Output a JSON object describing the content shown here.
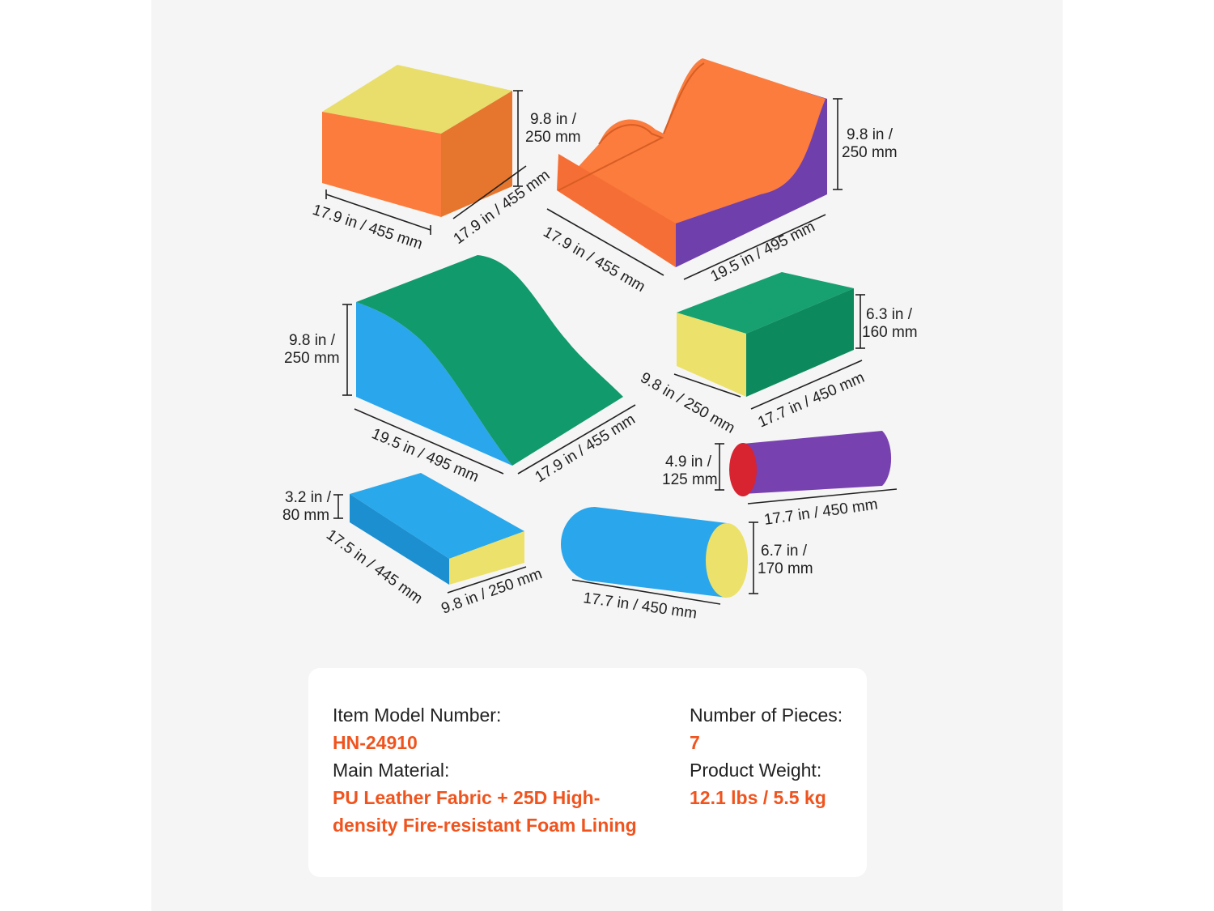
{
  "colors": {
    "accent": "#f0541e",
    "orange": "#ff7a3d",
    "yellow": "#ece16a",
    "purple": "#7a3fae",
    "green": "#109a6a",
    "blue": "#2aa8ec",
    "red": "#d92330"
  },
  "pieces": [
    {
      "name": "cube",
      "dims": [
        "9.8 in /",
        "250 mm",
        "17.9 in / 455 mm",
        "17.9 in / 455 mm"
      ]
    },
    {
      "name": "wave-steps",
      "dims": [
        "9.8 in /",
        "250 mm",
        "17.9 in / 455 mm",
        "19.5 in / 495 mm"
      ]
    },
    {
      "name": "curved-slope",
      "dims": [
        "9.8 in /",
        "250 mm",
        "19.5 in / 495 mm",
        "17.9 in / 455 mm"
      ]
    },
    {
      "name": "rect-block",
      "dims": [
        "6.3 in /",
        "160 mm",
        "9.8 in / 250 mm",
        "17.7 in / 450 mm"
      ]
    },
    {
      "name": "small-cylinder",
      "dims": [
        "4.9 in /",
        "125 mm",
        "17.7 in / 450 mm"
      ]
    },
    {
      "name": "flat-mat",
      "dims": [
        "3.2 in /",
        "80 mm",
        "17.5 in / 445 mm",
        "9.8 in / 250 mm"
      ]
    },
    {
      "name": "large-cylinder",
      "dims": [
        "6.7 in /",
        "170 mm",
        "17.7 in / 450 mm"
      ]
    }
  ],
  "specs": {
    "model_label": "Item Model Number:",
    "model_value": "HN-24910",
    "material_label": "Main Material:",
    "material_value_1": "PU Leather Fabric + 25D High-",
    "material_value_2": "density Fire-resistant Foam Lining",
    "pieces_label": "Number of Pieces:",
    "pieces_value": "7",
    "weight_label": "Product Weight:",
    "weight_value": "12.1 lbs / 5.5 kg"
  }
}
